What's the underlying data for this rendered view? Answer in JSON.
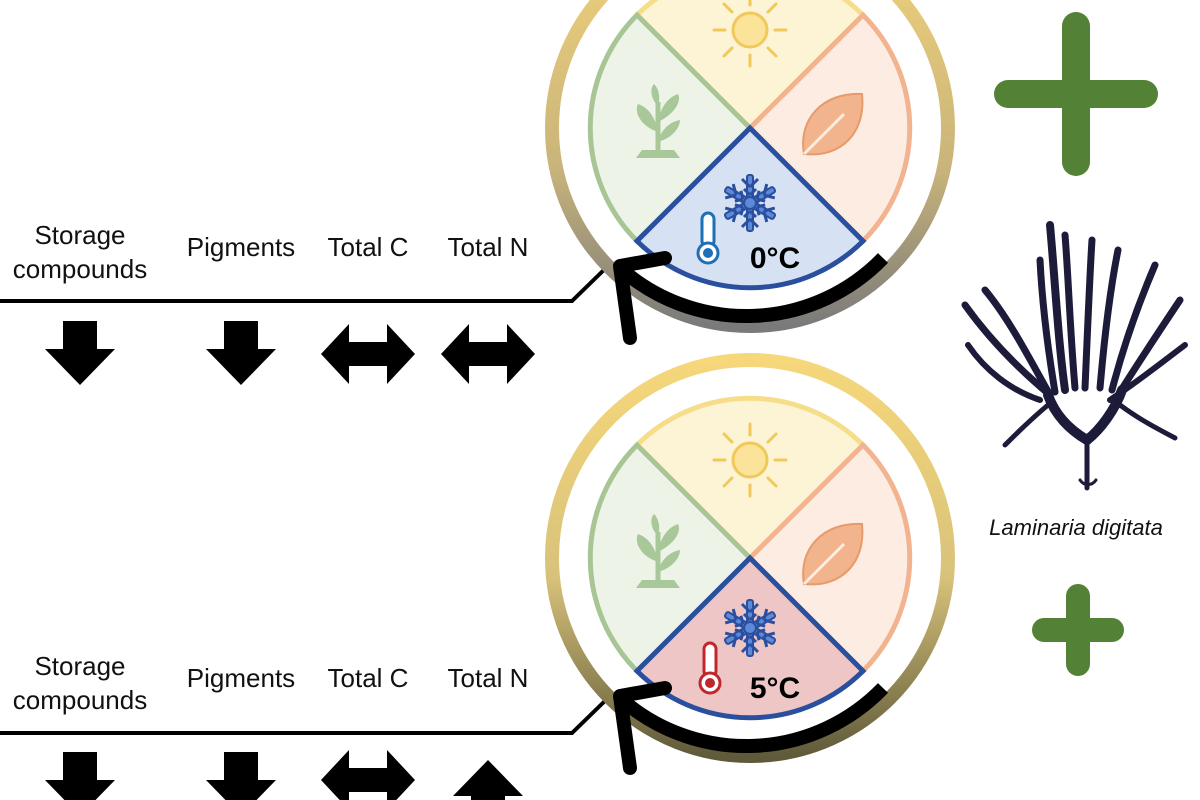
{
  "species": {
    "name": "Laminaria digitata"
  },
  "panels": [
    {
      "id": "panel-0c",
      "temperature": "0°C",
      "temperature_color": "#1f6fb5",
      "bottom_quadrant_fill": "#d6e1f4",
      "labels": [
        "Storage",
        "compounds",
        "Pigments",
        "Total C",
        "Total N"
      ],
      "responses": {
        "storage_compounds": "decrease",
        "pigments": "decrease",
        "total_c": "no change",
        "total_n": "no change"
      },
      "overall_effect": "positive"
    },
    {
      "id": "panel-5c",
      "temperature": "5°C",
      "temperature_color": "#c0272d",
      "bottom_quadrant_fill": "#efc6c6",
      "labels": [
        "Storage",
        "compounds",
        "Pigments",
        "Total C",
        "Total N"
      ],
      "responses": {
        "storage_compounds": "decrease",
        "pigments": "decrease",
        "total_c": "no change",
        "total_n": "increase"
      },
      "overall_effect": "positive"
    }
  ],
  "colors": {
    "plus": "#538135",
    "arrow": "#000000",
    "ring_yellow": "#f2d27a",
    "ring_gray": "#8a8a8a",
    "sun_quadrant": "#fdf4d6",
    "sun_border": "#f5dd8a",
    "leaf_quadrant": "#fdece2",
    "leaf_border": "#f2b490",
    "plant_quadrant": "#eef3e8",
    "plant_border": "#a8c596",
    "cold_border": "#2a4f9e",
    "snowflake": "#3a6cc4"
  }
}
